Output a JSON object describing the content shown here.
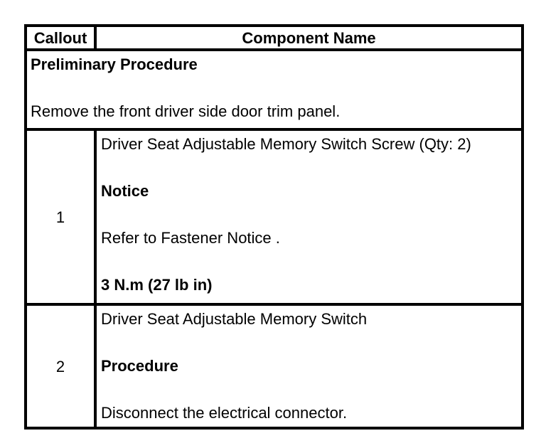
{
  "colors": {
    "text": "#000000",
    "border": "#000000",
    "background": "#ffffff"
  },
  "table": {
    "header": {
      "callout": "Callout",
      "component_name": "Component Name"
    },
    "preliminary": {
      "title": "Preliminary Procedure",
      "instruction": "Remove the front driver side door trim panel."
    },
    "rows": [
      {
        "callout": "1",
        "component": "Driver Seat Adjustable Memory Switch Screw (Qty: 2)",
        "notice_heading": "Notice",
        "notice_reference": "Refer to Fastener Notice .",
        "torque_spec": "3 N.m (27 lb in)"
      },
      {
        "callout": "2",
        "component": "Driver Seat Adjustable Memory Switch",
        "procedure_heading": "Procedure",
        "procedure_step": "Disconnect the electrical connector."
      }
    ]
  }
}
